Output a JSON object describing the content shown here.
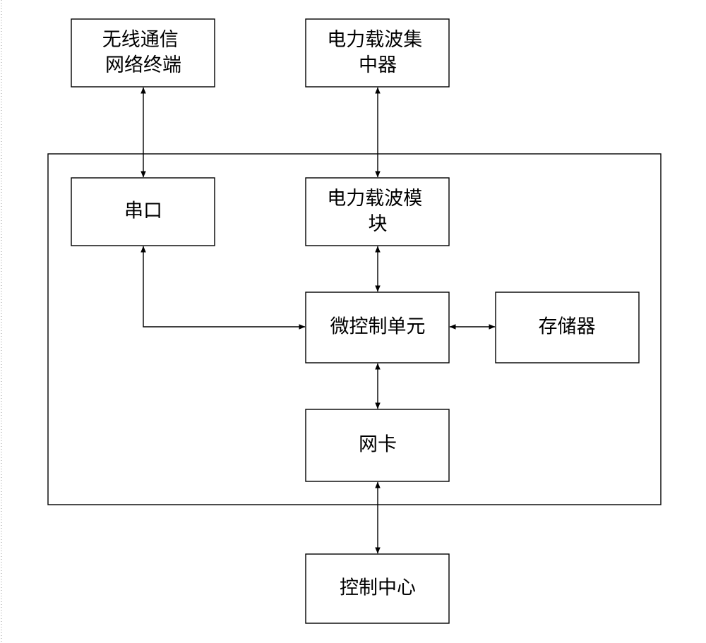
{
  "nodes": {
    "wireless_terminal": [
      "无线通信",
      "网络终端"
    ],
    "plc_concentrator": [
      "电力载波集",
      "中器"
    ],
    "serial_port": [
      "串口"
    ],
    "plc_module": [
      "电力载波模",
      "块"
    ],
    "mcu": [
      "微控制单元"
    ],
    "memory": [
      "存储器"
    ],
    "nic": [
      "网卡"
    ],
    "control_center": [
      "控制中心"
    ]
  },
  "edges": [
    {
      "from": "wireless_terminal",
      "to": "serial_port",
      "direction": "bidirectional"
    },
    {
      "from": "plc_concentrator",
      "to": "plc_module",
      "direction": "bidirectional"
    },
    {
      "from": "plc_module",
      "to": "mcu",
      "direction": "bidirectional"
    },
    {
      "from": "serial_port",
      "to": "mcu",
      "direction": "bidirectional"
    },
    {
      "from": "mcu",
      "to": "memory",
      "direction": "bidirectional"
    },
    {
      "from": "mcu",
      "to": "nic",
      "direction": "bidirectional"
    },
    {
      "from": "nic",
      "to": "control_center",
      "direction": "bidirectional"
    }
  ],
  "colors": {
    "stroke": "#000000",
    "background": "#ffffff"
  }
}
